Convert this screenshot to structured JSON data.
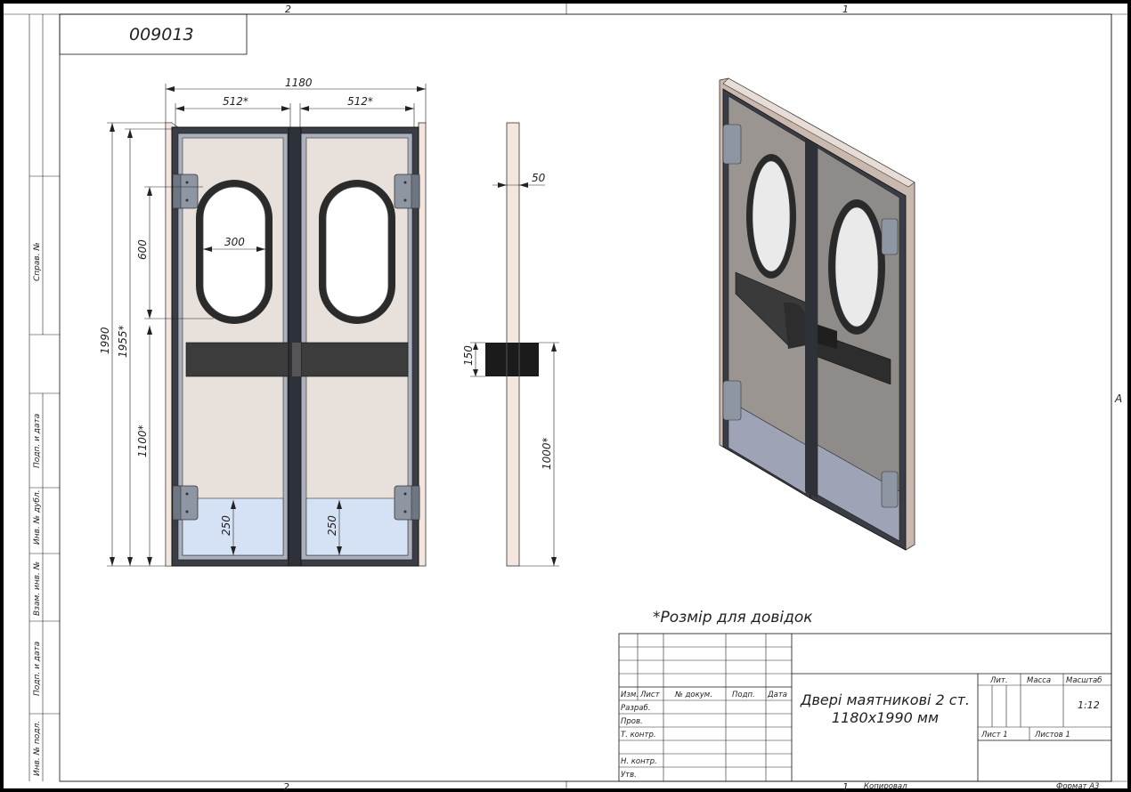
{
  "drawing_number": "009013",
  "zone_markers": {
    "left": "2",
    "right": "1",
    "row": "A"
  },
  "left_strip": [
    "Справ. №",
    "Подп. и дата",
    "Инв. № дубл.",
    "Взам. инв. №",
    "Подп. и дата",
    "Инв. № подл."
  ],
  "dimensions": {
    "overall_width": "1180",
    "leaf_width_left": "512*",
    "leaf_width_right": "512*",
    "overall_height": "1990",
    "height_ref": "1955*",
    "window_top": "600",
    "window_width": "300",
    "handle_height": "1100*",
    "kickplate_left": "250",
    "kickplate_right": "250",
    "thickness": "50",
    "bar_height": "150",
    "side_bar_height": "1000*"
  },
  "note": "*Розмір для довідок",
  "title_block": {
    "headers": [
      "Изм.",
      "Лист",
      "№ докум.",
      "Подп.",
      "Дата"
    ],
    "roles": [
      "Разраб.",
      "Пров.",
      "Т. контр.",
      "Н. контр.",
      "Утв."
    ],
    "title_line1": "Двері маятникові 2 ст.",
    "title_line2": "1180x1990 мм",
    "lit_label": "Лит.",
    "mass_label": "Масса",
    "scale_label": "Масштаб",
    "scale_value": "1:12",
    "sheet_label": "Лист 1",
    "sheets_label": "Листов 1",
    "copied": "Копировал",
    "format": "Формат А3"
  },
  "colors": {
    "panel": "#e8e0da",
    "frame": "#3a3d45",
    "band": "#3c3c3c",
    "kick": "#d5e2f5",
    "wood": "#f2e6df",
    "iso_panel": "#9a9590",
    "iso_kick": "#9ea3b5"
  }
}
